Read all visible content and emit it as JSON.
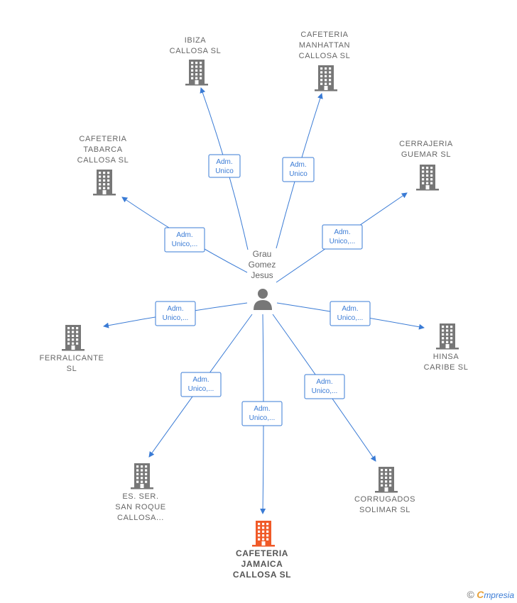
{
  "colors": {
    "edge": "#3a7bd5",
    "company": "#777777",
    "focus_company": "#f05a28",
    "person": "#777777"
  },
  "person": {
    "name_lines": [
      "Grau",
      "Gomez",
      "Jesus"
    ],
    "icon": "person-icon"
  },
  "companies": [
    {
      "id": "ibiza",
      "lines": [
        "IBIZA",
        "CALLOSA  SL"
      ],
      "focus": false,
      "edge": [
        "Adm.",
        "Unico"
      ]
    },
    {
      "id": "manhattan",
      "lines": [
        "CAFETERIA",
        "MANHATTAN",
        "CALLOSA  SL"
      ],
      "focus": false,
      "edge": [
        "Adm.",
        "Unico"
      ]
    },
    {
      "id": "tabarca",
      "lines": [
        "CAFETERIA",
        "TABARCA",
        "CALLOSA  SL"
      ],
      "focus": false,
      "edge": [
        "Adm.",
        "Unico,..."
      ]
    },
    {
      "id": "guemar",
      "lines": [
        "CERRAJERIA",
        "GUEMAR  SL"
      ],
      "focus": false,
      "edge": [
        "Adm.",
        "Unico,..."
      ]
    },
    {
      "id": "ferralicante",
      "lines": [
        "FERRALICANTE",
        "SL"
      ],
      "focus": false,
      "edge": [
        "Adm.",
        "Unico,..."
      ]
    },
    {
      "id": "hinsa",
      "lines": [
        "HINSA",
        "CARIBE  SL"
      ],
      "focus": false,
      "edge": [
        "Adm.",
        "Unico,..."
      ]
    },
    {
      "id": "sanroque",
      "lines": [
        "ES.  SER.",
        "SAN ROQUE",
        "CALLOSA..."
      ],
      "focus": false,
      "edge": [
        "Adm.",
        "Unico,..."
      ]
    },
    {
      "id": "jamaica",
      "lines": [
        "CAFETERIA",
        "JAMAICA",
        "CALLOSA  SL"
      ],
      "focus": true,
      "edge": [
        "Adm.",
        "Unico,..."
      ]
    },
    {
      "id": "solimar",
      "lines": [
        "CORRUGADOS",
        "SOLIMAR  SL"
      ],
      "focus": false,
      "edge": [
        "Adm.",
        "Unico,..."
      ]
    }
  ],
  "footer": {
    "copyright": "©",
    "brand_first": "C",
    "brand_rest": "mpresia"
  }
}
